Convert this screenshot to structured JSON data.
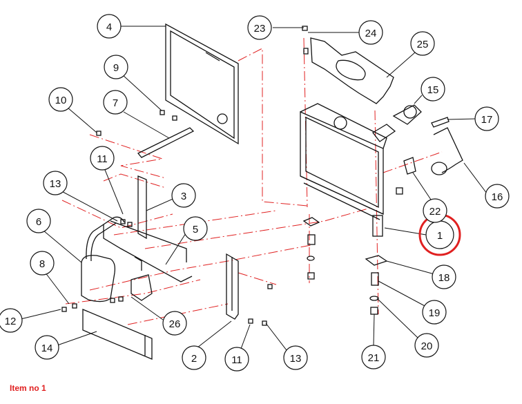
{
  "colors": {
    "line": "#111111",
    "centerline": "#e02020",
    "highlight": "#e02020"
  },
  "callouts": [
    {
      "label": "1",
      "highlighted": true
    },
    {
      "label": "2"
    },
    {
      "label": "3"
    },
    {
      "label": "4"
    },
    {
      "label": "5"
    },
    {
      "label": "6"
    },
    {
      "label": "7"
    },
    {
      "label": "8"
    },
    {
      "label": "9"
    },
    {
      "label": "10"
    },
    {
      "label": "11"
    },
    {
      "label": "11"
    },
    {
      "label": "12"
    },
    {
      "label": "13"
    },
    {
      "label": "13"
    },
    {
      "label": "14"
    },
    {
      "label": "15"
    },
    {
      "label": "16"
    },
    {
      "label": "17"
    },
    {
      "label": "18"
    },
    {
      "label": "19"
    },
    {
      "label": "20"
    },
    {
      "label": "21"
    },
    {
      "label": "22"
    },
    {
      "label": "23"
    },
    {
      "label": "24"
    },
    {
      "label": "25"
    },
    {
      "label": "26"
    }
  ],
  "footer": {
    "text": "Item no 1"
  }
}
